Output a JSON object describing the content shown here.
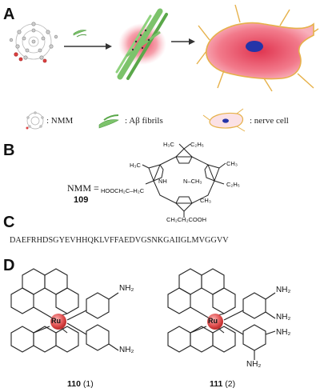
{
  "panels": {
    "a": "A",
    "b": "B",
    "c": "C",
    "d": "D"
  },
  "legend": {
    "nmm": ": NMM",
    "fibrils": ": Aβ fibrils",
    "nerve": ": nerve cell"
  },
  "nmm_structure": {
    "label": "NMM =",
    "number": "109",
    "ch3_groups": [
      "H₃C",
      "H₃C",
      "CH₃",
      "CH₃",
      "N–CH₃"
    ],
    "vinyl_left": "C₂H₅",
    "vinyl_right": "C₂H₅",
    "nh": "NH",
    "acid_left": "HOOCH₂C–H₂C",
    "acid_bottom": "CH₂CH₂COOH"
  },
  "sequence": "DAEFRHDSGYEVHHQKLVFFAEDVGSNKGAIIGLMVGGVV",
  "compounds": {
    "left": {
      "number": "110",
      "index": " (1)",
      "metal": "Ru",
      "subst": [
        "NH₂",
        "NH₂"
      ]
    },
    "right": {
      "number": "111",
      "index": " (2)",
      "metal": "Ru",
      "subst": [
        "NH₂",
        "NH₂",
        "NH₂",
        "NH₂"
      ]
    }
  },
  "colors": {
    "fibril": "#7cc36b",
    "red_glow": "#e8334d",
    "cell_pink": "#f06477",
    "cell_outline": "#e6b14a",
    "nucleus": "#2434a8",
    "ru_ball": "#e05050"
  }
}
